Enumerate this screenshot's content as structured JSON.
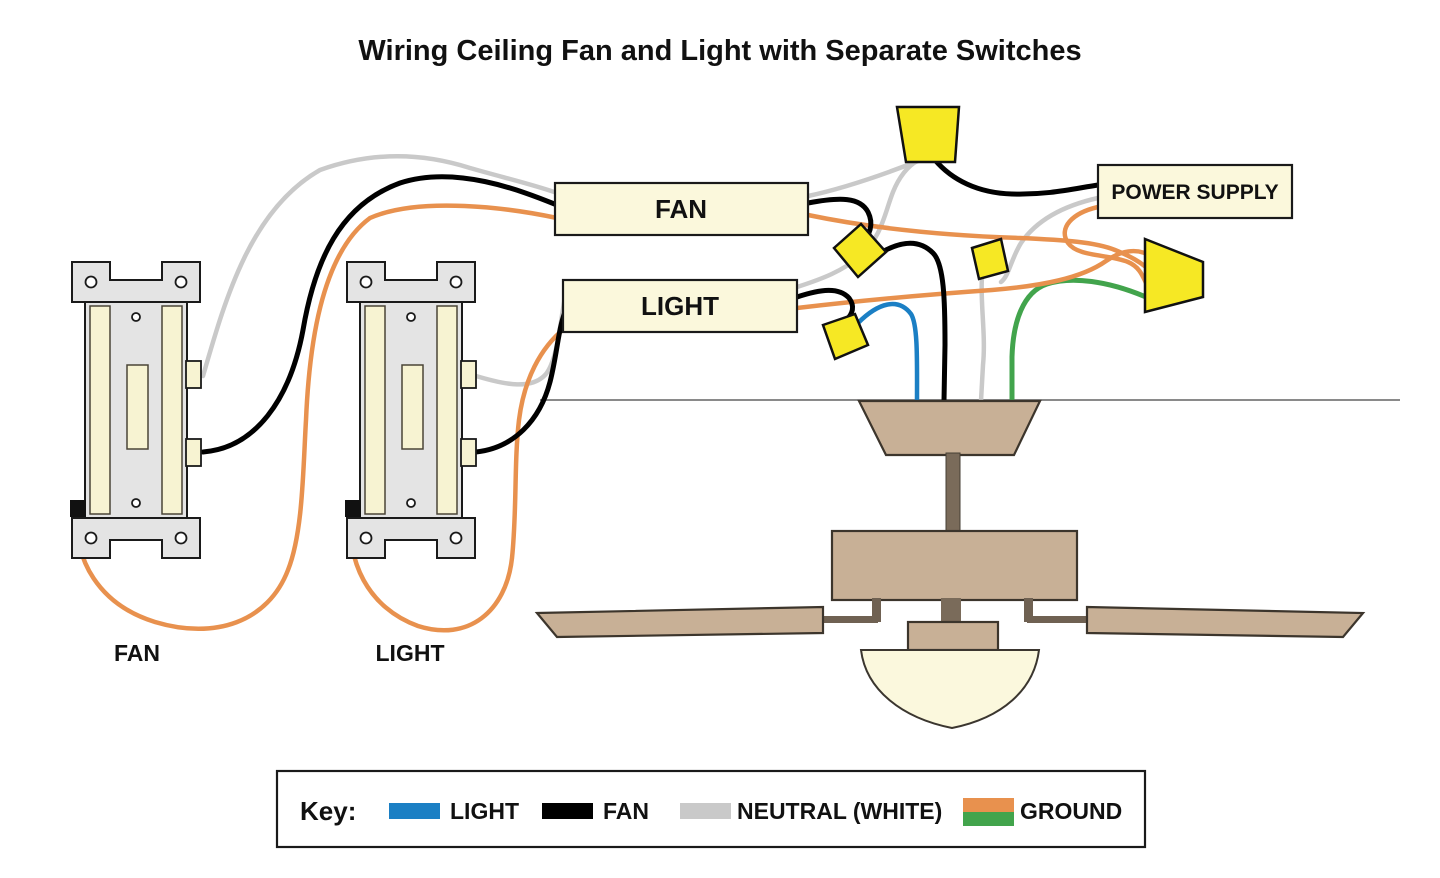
{
  "title": "Wiring Ceiling Fan and Light with Separate Switches",
  "component_labels": {
    "fan_box": "FAN",
    "light_box": "LIGHT",
    "power_supply_box": "POWER SUPPLY",
    "fan_switch": "FAN",
    "light_switch": "LIGHT"
  },
  "key": {
    "heading": "Key:",
    "entries": [
      {
        "label": "LIGHT",
        "color": "#1b7fc4"
      },
      {
        "label": "FAN",
        "color": "#000000"
      },
      {
        "label": "NEUTRAL (WHITE)",
        "color": "#c9c9c9"
      },
      {
        "label": "GROUND",
        "colors": [
          "#e8914e",
          "#42a44c"
        ]
      }
    ]
  },
  "wire_colors": {
    "light": "#1b7fc4",
    "fan": "#000000",
    "neutral": "#c9c9c9",
    "ground_copper": "#e8914e",
    "ground_green": "#42a44c"
  },
  "palette": {
    "box_fill": "#fbf8dc",
    "wire_nut": "#f6e824",
    "fan_body": "#c8b096",
    "fan_dark": "#7a6b5a",
    "globe_fill": "#fbf8dd",
    "ceiling_line": "#8a8a8a"
  }
}
